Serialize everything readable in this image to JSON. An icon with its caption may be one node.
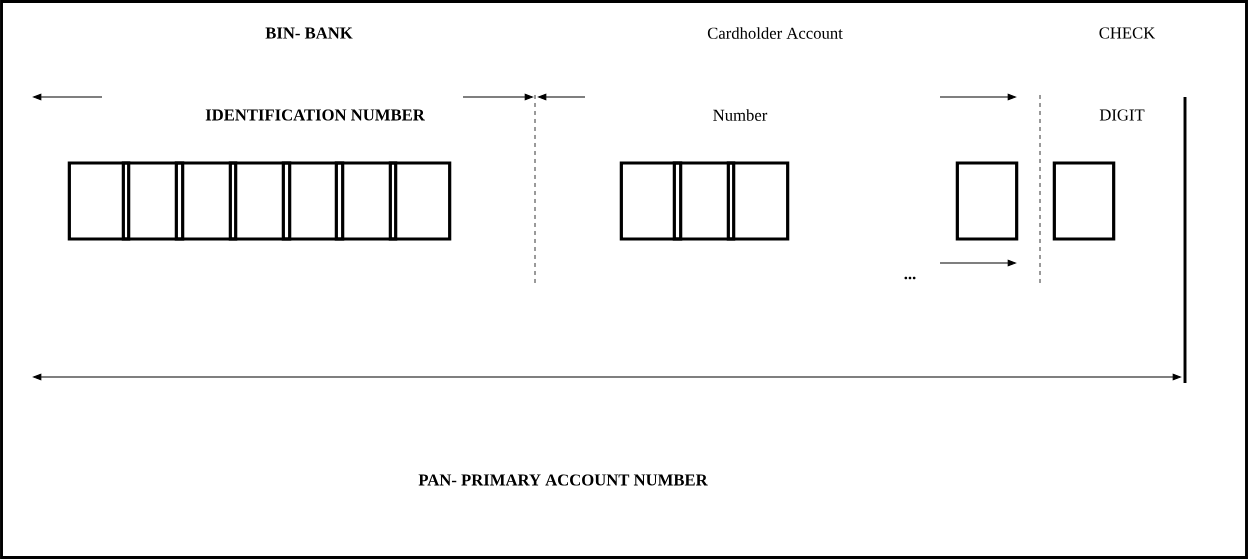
{
  "diagram": {
    "nodes": [
      {
        "text": [],
        "shape": "box"
      },
      {
        "text": [],
        "shape": "box"
      },
      {
        "text": [],
        "shape": "box"
      },
      {
        "text": [],
        "shape": "box"
      },
      {
        "text": [],
        "shape": "box"
      },
      {
        "text": [],
        "shape": "box"
      },
      {
        "text": [],
        "shape": "box"
      },
      {
        "text": [],
        "shape": "box"
      },
      {
        "text": [],
        "shape": "box"
      },
      {
        "text": [],
        "shape": "box"
      },
      {
        "text": [],
        "shape": "box"
      },
      {
        "text": [],
        "shape": "box"
      }
    ],
    "labels": [
      "BIN- BANK",
      "IDENTIFICATION NUMBER",
      "Cardholder Account",
      "Number",
      "CHECK",
      "DIGIT",
      "...",
      "PAN- PRIMARY ACCOUNT NUMBER"
    ]
  }
}
